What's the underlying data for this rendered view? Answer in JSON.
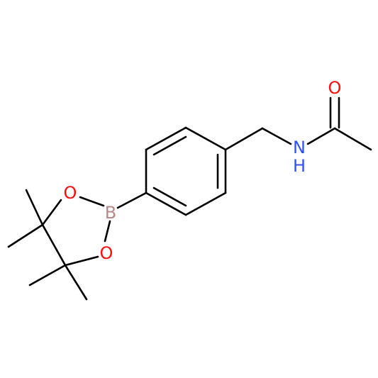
{
  "molecule": {
    "colors": {
      "bond": "#000000",
      "oxygen": "#ff0d0d",
      "nitrogen": "#3050f8",
      "boron": "#b5898a"
    },
    "atom_labels": {
      "carbonyl_oxygen": "O",
      "amide_nitrogen": "N",
      "amide_hydrogen": "H",
      "boron": "B",
      "ring_oxygen_upper": "O",
      "ring_oxygen_lower": "O"
    }
  }
}
